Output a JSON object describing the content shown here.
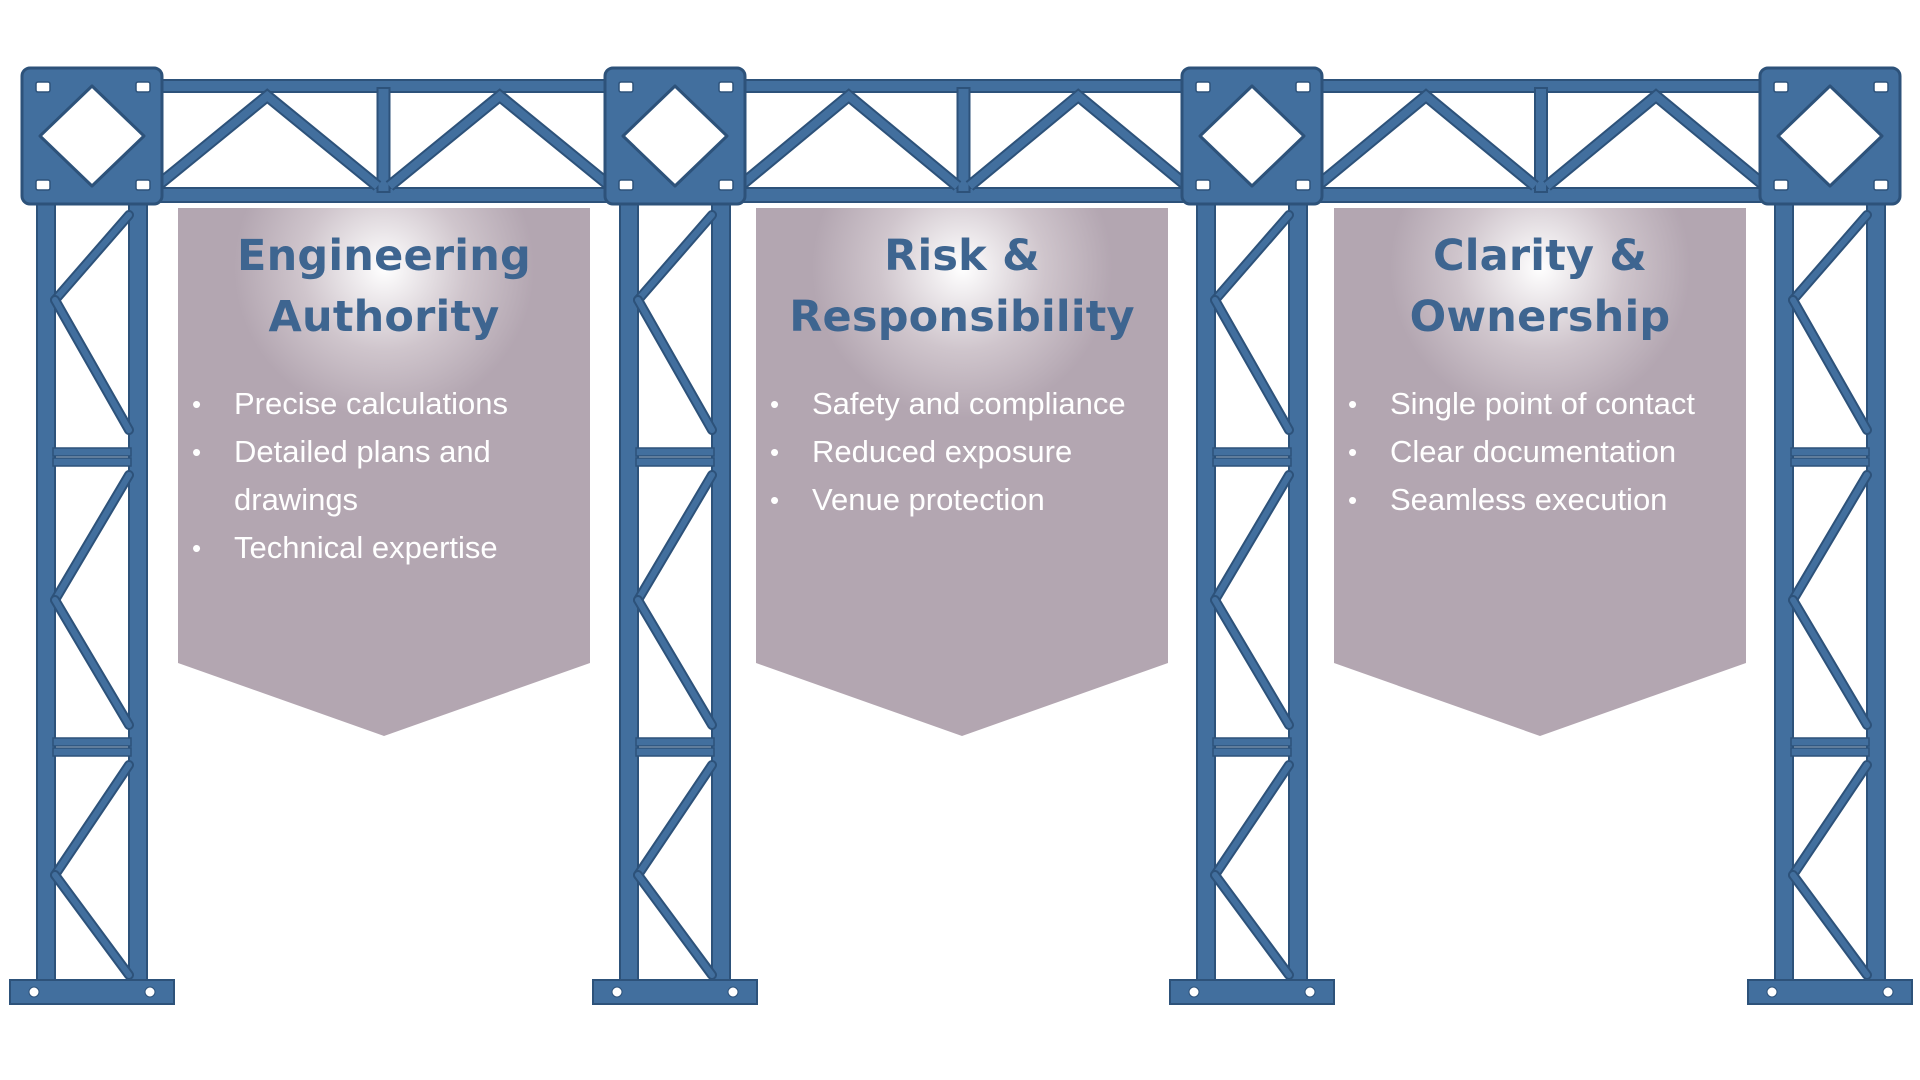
{
  "colors": {
    "truss": "#426f9e",
    "truss_stroke": "#2d527a",
    "banner": "#b3a6b1",
    "title": "#3e6590",
    "bullet_text": "#ffffff"
  },
  "columns": [
    {
      "title_lines": [
        "Engineering",
        "Authority"
      ],
      "bullets": [
        "Precise calculations",
        "Detailed plans and drawings",
        "Technical expertise"
      ]
    },
    {
      "title_lines": [
        "Risk &",
        "Responsibility"
      ],
      "bullets": [
        "Safety and compliance",
        "Reduced exposure",
        "Venue protection"
      ]
    },
    {
      "title_lines": [
        "Clarity &",
        "Ownership"
      ],
      "bullets": [
        "Single point of contact",
        "Clear documentation",
        "Seamless execution"
      ]
    }
  ]
}
